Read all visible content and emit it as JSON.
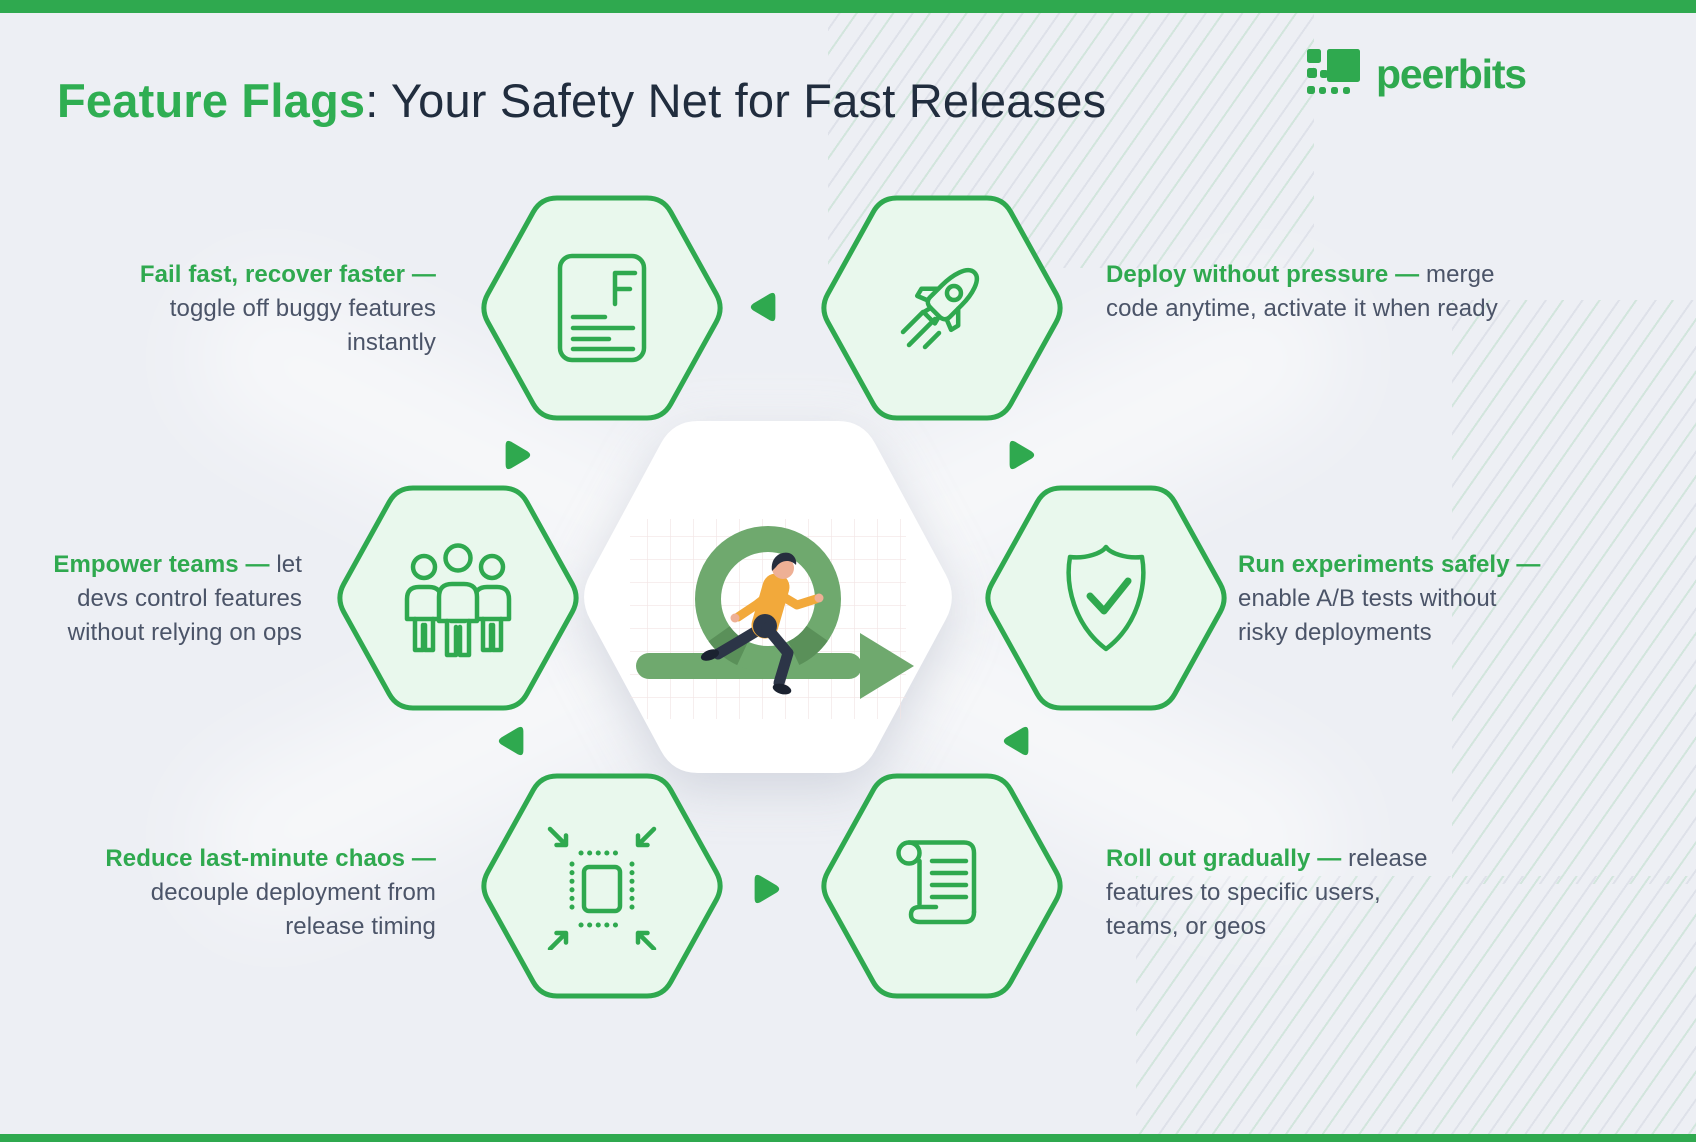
{
  "page": {
    "background": "#edeff4",
    "accent_green": "#2fa94f",
    "hexagon_fill": "#e9f8ed",
    "body_text_color": "#4b5468",
    "title_dark_color": "#212d3e"
  },
  "header": {
    "title_highlight": "Feature Flags",
    "title_rest": ": Your Safety Net for Fast Releases",
    "brand": "peerbits"
  },
  "items": [
    {
      "icon": "document-f-icon",
      "lead": "Fail fast, recover faster —",
      "rest": " toggle off buggy features instantly"
    },
    {
      "icon": "rocket-icon",
      "lead": "Deploy without pressure —",
      "rest": " merge code anytime, activate it when ready"
    },
    {
      "icon": "team-icon",
      "lead": "Empower teams —",
      "rest": " let devs control features without relying on ops"
    },
    {
      "icon": "shield-check-icon",
      "lead": "Run experiments safely —",
      "rest": " enable A/B tests without risky deployments"
    },
    {
      "icon": "compress-arrows-icon",
      "lead": "Reduce last-minute chaos —",
      "rest": " decouple deployment from release timing"
    },
    {
      "icon": "scroll-icon",
      "lead": "Roll out gradually —",
      "rest": " release features to specific users, teams, or geos"
    }
  ],
  "center": {
    "illustration": "agile-sprint-running-figure"
  }
}
